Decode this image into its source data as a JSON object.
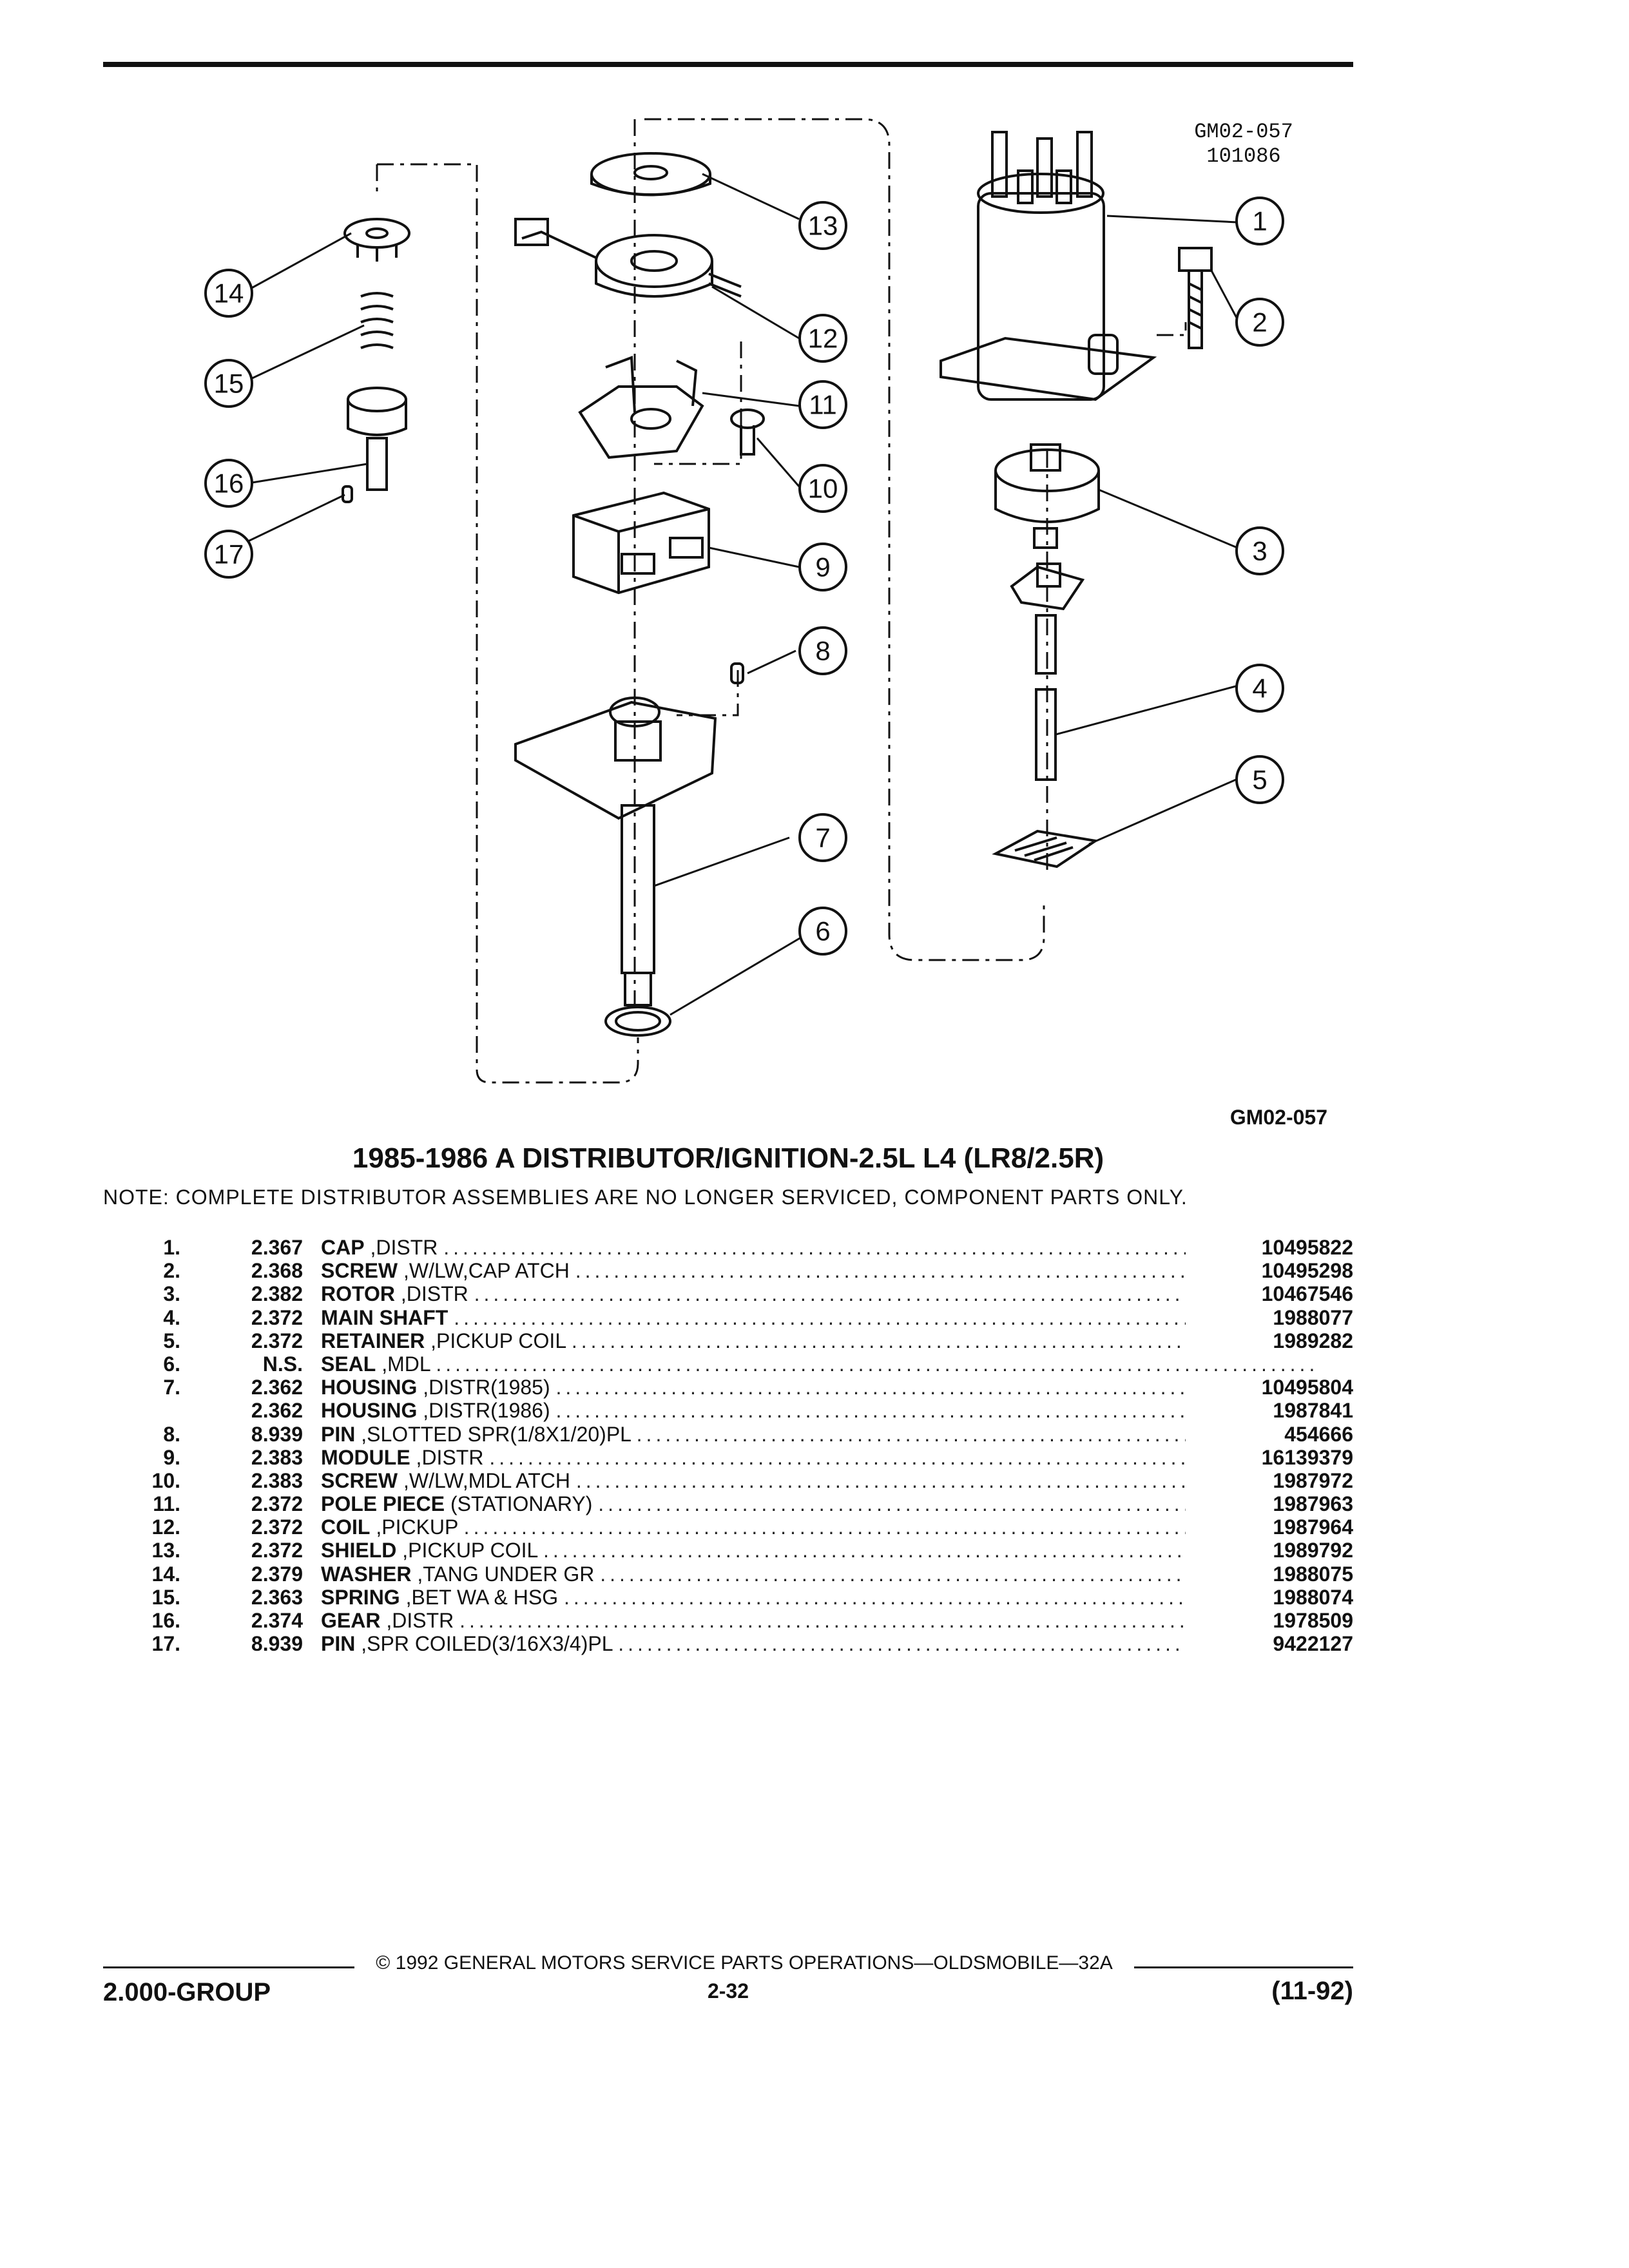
{
  "figure": {
    "code_top": "GM02-057",
    "date_code": "101086",
    "code_bottom": "GM02-057",
    "callouts": [
      "1",
      "2",
      "3",
      "4",
      "5",
      "6",
      "7",
      "8",
      "9",
      "10",
      "11",
      "12",
      "13",
      "14",
      "15",
      "16",
      "17"
    ]
  },
  "title": "1985-1986 A DISTRIBUTOR/IGNITION-2.5L L4 (LR8/2.5R)",
  "note": "NOTE: COMPLETE DISTRIBUTOR ASSEMBLIES ARE NO LONGER SERVICED, COMPONENT PARTS ONLY.",
  "parts": [
    {
      "no": "1.",
      "group": "2.367",
      "name": "CAP",
      "desc": ",DISTR",
      "part": "10495822"
    },
    {
      "no": "2.",
      "group": "2.368",
      "name": "SCREW",
      "desc": ",W/LW,CAP ATCH",
      "part": "10495298"
    },
    {
      "no": "3.",
      "group": "2.382",
      "name": "ROTOR",
      "desc": ",DISTR",
      "part": "10467546"
    },
    {
      "no": "4.",
      "group": "2.372",
      "name": "MAIN SHAFT",
      "desc": "",
      "part": "1988077"
    },
    {
      "no": "5.",
      "group": "2.372",
      "name": "RETAINER",
      "desc": ",PICKUP COIL",
      "part": "1989282"
    },
    {
      "no": "6.",
      "group": "N.S.",
      "name": "SEAL",
      "desc": ",MDL",
      "part": ""
    },
    {
      "no": "7.",
      "group": "2.362",
      "name": "HOUSING",
      "desc": ",DISTR(1985)",
      "part": "10495804"
    },
    {
      "no": "",
      "group": "2.362",
      "name": "HOUSING",
      "desc": ",DISTR(1986)",
      "part": "1987841"
    },
    {
      "no": "8.",
      "group": "8.939",
      "name": "PIN",
      "desc": ",SLOTTED SPR(1/8X1/20)PL",
      "part": "454666"
    },
    {
      "no": "9.",
      "group": "2.383",
      "name": "MODULE",
      "desc": ",DISTR",
      "part": "16139379"
    },
    {
      "no": "10.",
      "group": "2.383",
      "name": "SCREW",
      "desc": ",W/LW,MDL ATCH",
      "part": "1987972"
    },
    {
      "no": "11.",
      "group": "2.372",
      "name": "POLE PIECE",
      "desc": "(STATIONARY)",
      "part": "1987963"
    },
    {
      "no": "12.",
      "group": "2.372",
      "name": "COIL",
      "desc": ",PICKUP",
      "part": "1987964"
    },
    {
      "no": "13.",
      "group": "2.372",
      "name": "SHIELD",
      "desc": ",PICKUP COIL",
      "part": "1989792"
    },
    {
      "no": "14.",
      "group": "2.379",
      "name": "WASHER",
      "desc": ",TANG UNDER GR",
      "part": "1988075"
    },
    {
      "no": "15.",
      "group": "2.363",
      "name": "SPRING",
      "desc": ",BET WA & HSG",
      "part": "1988074"
    },
    {
      "no": "16.",
      "group": "2.374",
      "name": "GEAR",
      "desc": ",DISTR",
      "part": "1978509"
    },
    {
      "no": "17.",
      "group": "8.939",
      "name": "PIN",
      "desc": ",SPR COILED(3/16X3/4)PL",
      "part": "9422127"
    }
  ],
  "footer": {
    "copyright": "© 1992 GENERAL MOTORS SERVICE PARTS OPERATIONS—OLDSMOBILE—32A",
    "group": "2.000-GROUP",
    "page": "2-32",
    "revision": "(11-92)"
  }
}
